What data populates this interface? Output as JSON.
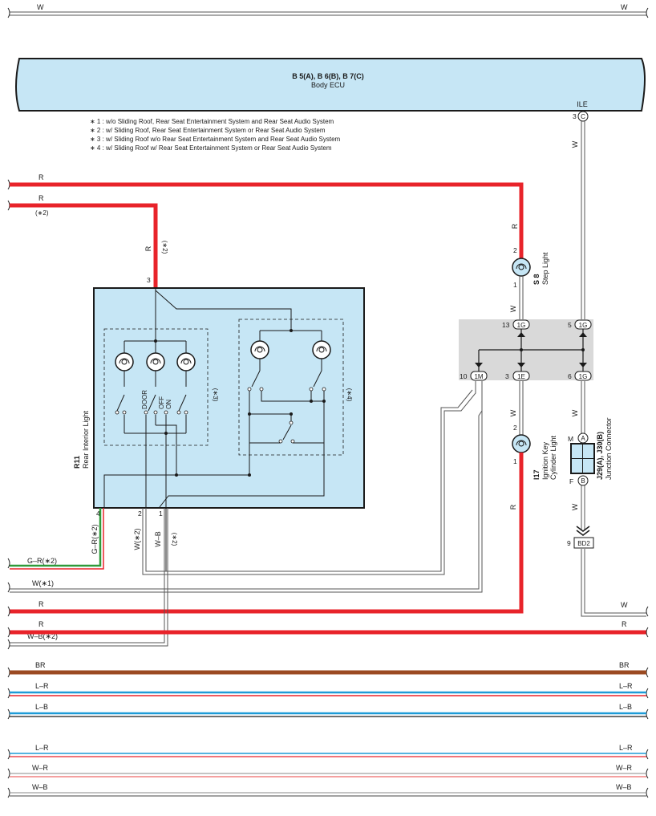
{
  "ecu": {
    "title": "B 5(A), B 6(B), B 7(C)",
    "subtitle": "Body ECU",
    "terminal_label": "ILE",
    "terminal_pin": "3",
    "terminal_conn": "C"
  },
  "notes": [
    "∗ 1 : w/o Sliding Roof,  Rear Seat Entertainment System and Rear Seat Audio System",
    "∗ 2 : w/ Sliding Roof,  Rear Seat Entertainment System or Rear Seat Audio System",
    "∗ 3 : w/ Sliding Roof w/o Rear Seat Entertainment System and Rear Seat Audio System",
    "∗ 4 : w/ Sliding Roof w/ Rear Seat Entertainment System or Rear Seat Audio System"
  ],
  "wires": {
    "top_w": "W",
    "r1": "R",
    "r2": "R",
    "r2_note": "(∗2)",
    "r_vert": "R",
    "r_vert_note": "(∗2)",
    "ecu_w": "W",
    "step_r": "R",
    "step_w": "W",
    "jc_w_upper": "W",
    "ign_w": "W",
    "ign_r": "R",
    "jc_w_lower": "W",
    "g_r_vert": "G–R(∗2)",
    "w_vert": "W(∗2)",
    "wb_vert": "W–B",
    "wb_vert_note": "(∗2)",
    "g_r_left": "G–R(∗2)",
    "w1_left": "W(∗1)",
    "r_mid_left": "R",
    "w_mid_right": "W",
    "r_low_left": "R",
    "r_low_right": "R",
    "wb2_left": "W–B(∗2)",
    "br_left": "BR",
    "br_right": "BR",
    "lr_left": "L–R",
    "lr_right": "L–R",
    "lb_left": "L–B",
    "lb_right": "L–B",
    "lr2_left": "L–R",
    "lr2_right": "L–R",
    "wr_left": "W–R",
    "wr_right": "W–R",
    "wb_left": "W–B",
    "wb_right": "W–B"
  },
  "rear_light": {
    "code": "R11",
    "name": "Rear Interior Light",
    "pin_top": "3",
    "pin4": "4",
    "pin2": "2",
    "pin1": "1",
    "sw_door": "DOOR",
    "sw_off": "OFF",
    "sw_on": "ON",
    "note3": "(∗3)",
    "note4": "(∗4)"
  },
  "step_light": {
    "code": "S 8",
    "name": "Step Light",
    "pin_top": "2",
    "pin_bottom": "1"
  },
  "junction": {
    "pin13": "13",
    "conn13": "1G",
    "pin5": "5",
    "conn5": "1G",
    "pin10": "10",
    "conn10": "1M",
    "pin3": "3",
    "conn3": "1E",
    "pin6": "6",
    "conn6": "1G"
  },
  "ignition_light": {
    "code": "I17",
    "name1": "Ignition Key",
    "name2": "Cylinder Light",
    "pin_top": "2",
    "pin_bottom": "1"
  },
  "junction_connector": {
    "code": "J29(A), J30(B)",
    "name": "Junction Connector",
    "pin_m": "M",
    "conn_a": "A",
    "pin_f": "F",
    "conn_b": "B"
  },
  "ground": {
    "pin": "9",
    "code": "BD2"
  },
  "colors": {
    "red": "#e8232a",
    "brown": "#9b4a22",
    "blue": "#1e9bd7",
    "green": "#2f9a3a",
    "pink": "#f08080",
    "panel_fill": "#c6e6f5",
    "junction_fill": "#d9d9d9"
  }
}
